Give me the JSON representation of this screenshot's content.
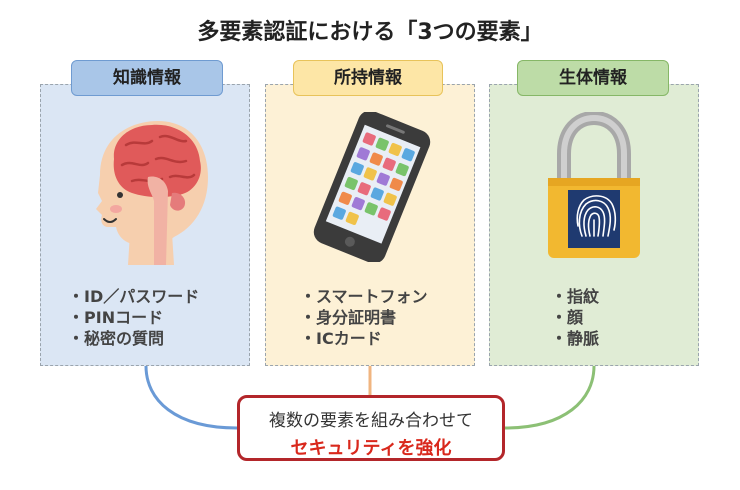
{
  "title": "多要素認証における「3つの要素」",
  "panels": [
    {
      "label": "知識情報",
      "icon": "brain-icon",
      "items": [
        "ID／パスワード",
        "PINコード",
        "秘密の質問"
      ],
      "colors": {
        "tab": "#a9c6e8",
        "tab_border": "#6f9bd1",
        "panel": "#dbe6f4",
        "line": "#6a9ad6"
      }
    },
    {
      "label": "所持情報",
      "icon": "smartphone-icon",
      "items": [
        "スマートフォン",
        "身分証明書",
        "ICカード"
      ],
      "colors": {
        "tab": "#fde6a6",
        "tab_border": "#e8c35a",
        "panel": "#fdf1d6",
        "line": "#f0b580"
      }
    },
    {
      "label": "生体情報",
      "icon": "fingerprint-lock-icon",
      "items": [
        "指紋",
        "顔",
        "静脈"
      ],
      "colors": {
        "tab": "#bddca7",
        "tab_border": "#86b767",
        "panel": "#e0ecd5",
        "line": "#8cc075"
      }
    }
  ],
  "callout": {
    "line1": "複数の要素を組み合わせて",
    "line2": "セキュリティを強化",
    "colors": {
      "border": "#b3262a",
      "emphasis": "#d9281c"
    }
  }
}
